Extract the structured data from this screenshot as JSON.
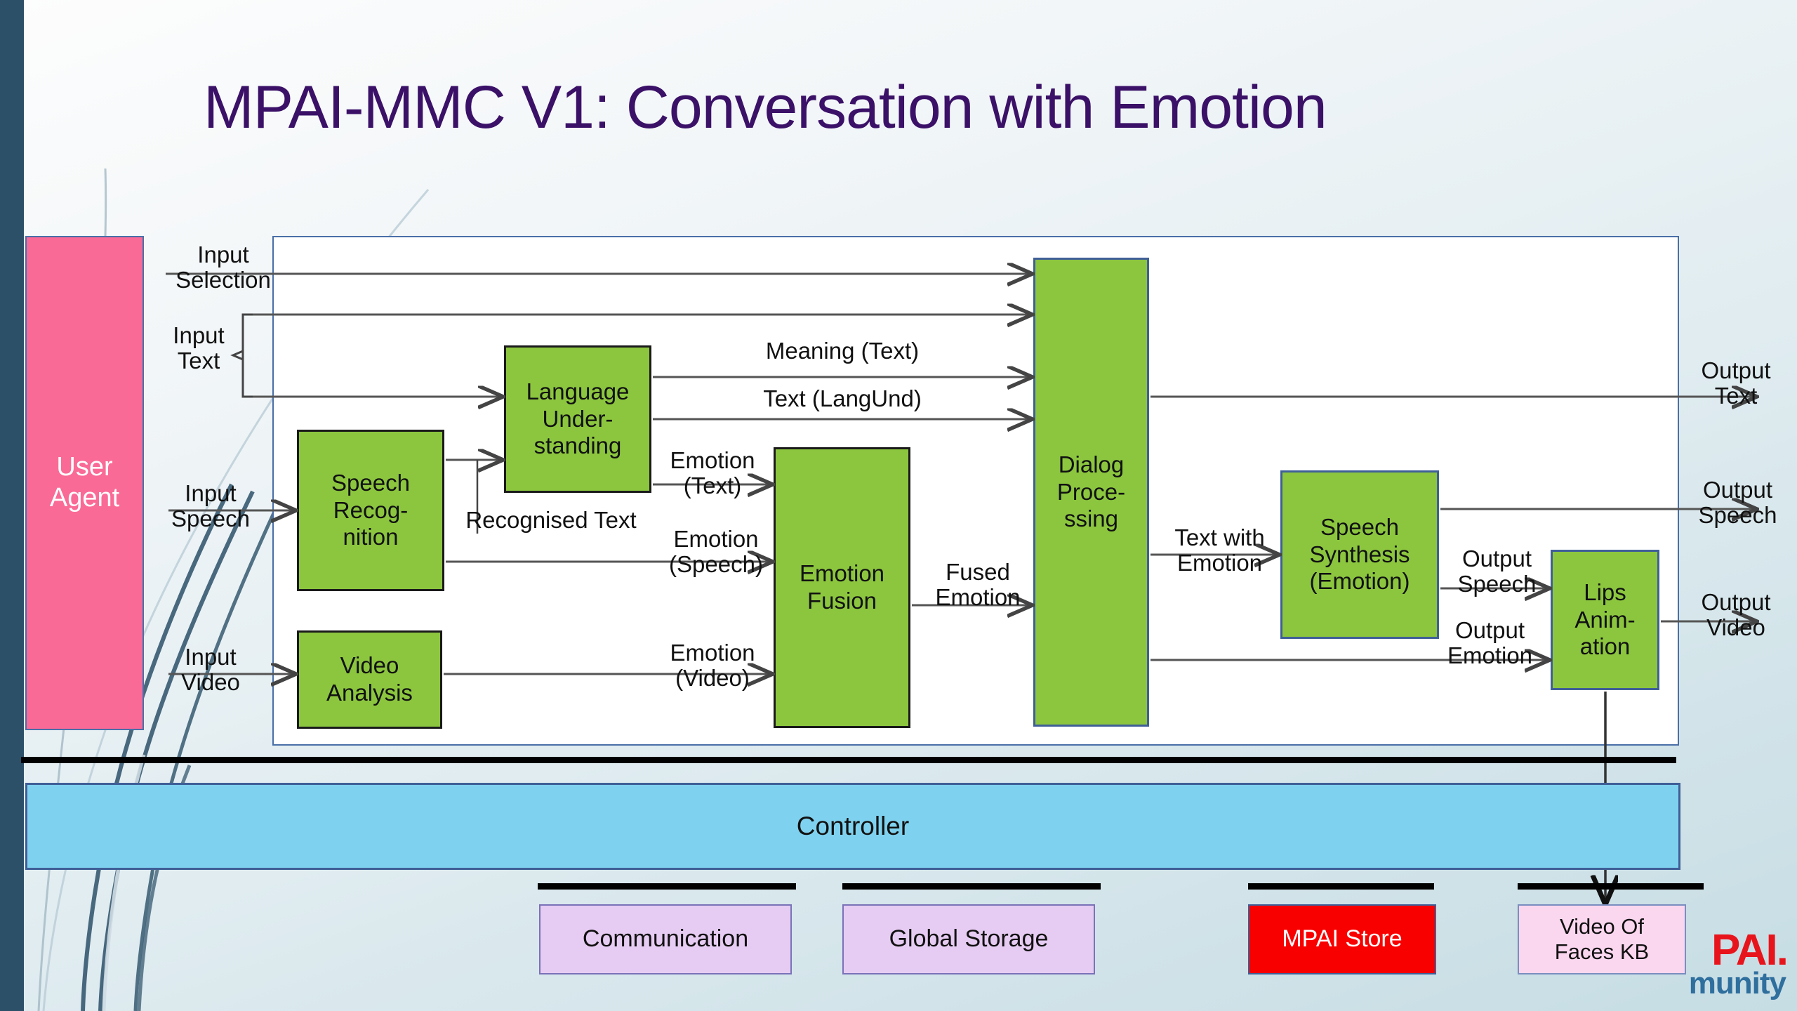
{
  "slide": {
    "title": "MPAI-MMC V1: Conversation with Emotion"
  },
  "actors": {
    "user_agent": "User Agent"
  },
  "aim_blocks": [
    {
      "id": "speech-recognition",
      "label": "Speech\nRecog-\nnition"
    },
    {
      "id": "language-understanding",
      "label": "Language\nUnder-\nstanding"
    },
    {
      "id": "video-analysis",
      "label": "Video\nAnalysis"
    },
    {
      "id": "emotion-fusion",
      "label": "Emotion\nFusion"
    },
    {
      "id": "dialog-processing",
      "label": "Dialog\nProce-\nssing"
    },
    {
      "id": "speech-synthesis",
      "label": "Speech\nSynthesis\n(Emotion)"
    },
    {
      "id": "lips-animation",
      "label": "Lips\nAnim-\nation"
    }
  ],
  "aim_labels": {
    "speech_recognition": "Speech Recog- nition",
    "language_understanding": "Language Under- standing",
    "video_analysis": "Video Analysis",
    "emotion_fusion": "Emotion Fusion",
    "dialog_processing": "Dialog Proce- ssing",
    "speech_synthesis": "Speech Synthesis (Emotion)",
    "lips_animation": "Lips Anim- ation"
  },
  "flows": {
    "input_selection": "Input\nSelection",
    "input_text": "Input\nText",
    "input_speech": "Input\nSpeech",
    "input_video": "Input\nVideo",
    "recognised_text": "Recognised Text",
    "meaning_text": "Meaning (Text)",
    "text_langund": "Text (LangUnd)",
    "emotion_text": "Emotion\n(Text)",
    "emotion_speech": "Emotion\n(Speech)",
    "emotion_video": "Emotion\n(Video)",
    "fused_emotion": "Fused\nEmotion",
    "text_with_emotion": "Text with\nEmotion",
    "output_speech_mid": "Output\nSpeech",
    "output_emotion_mid": "Output\nEmotion",
    "output_text": "Output\nText",
    "output_speech": "Output\nSpeech",
    "output_video": "Output\nVideo"
  },
  "infrastructure": {
    "controller": "Controller",
    "communication": "Communication",
    "global_storage": "Global Storage",
    "mpai_store": "MPAI Store",
    "video_of_faces_kb": "Video Of\nFaces KB"
  },
  "logo": {
    "brand_primary": "PAI.",
    "brand_secondary": "munity"
  },
  "colors": {
    "title": "#3b1168",
    "user_agent": "#fa6a96",
    "aim_green": "#8cc63f",
    "controller_blue": "#7fd2ef",
    "store_red": "#f90000",
    "purple_box": "#e6ccf2",
    "kb_pink": "#fbd7ef",
    "rail_navy": "#2b5068",
    "logo_red": "#e8141c",
    "logo_blue": "#2f6f9e"
  }
}
